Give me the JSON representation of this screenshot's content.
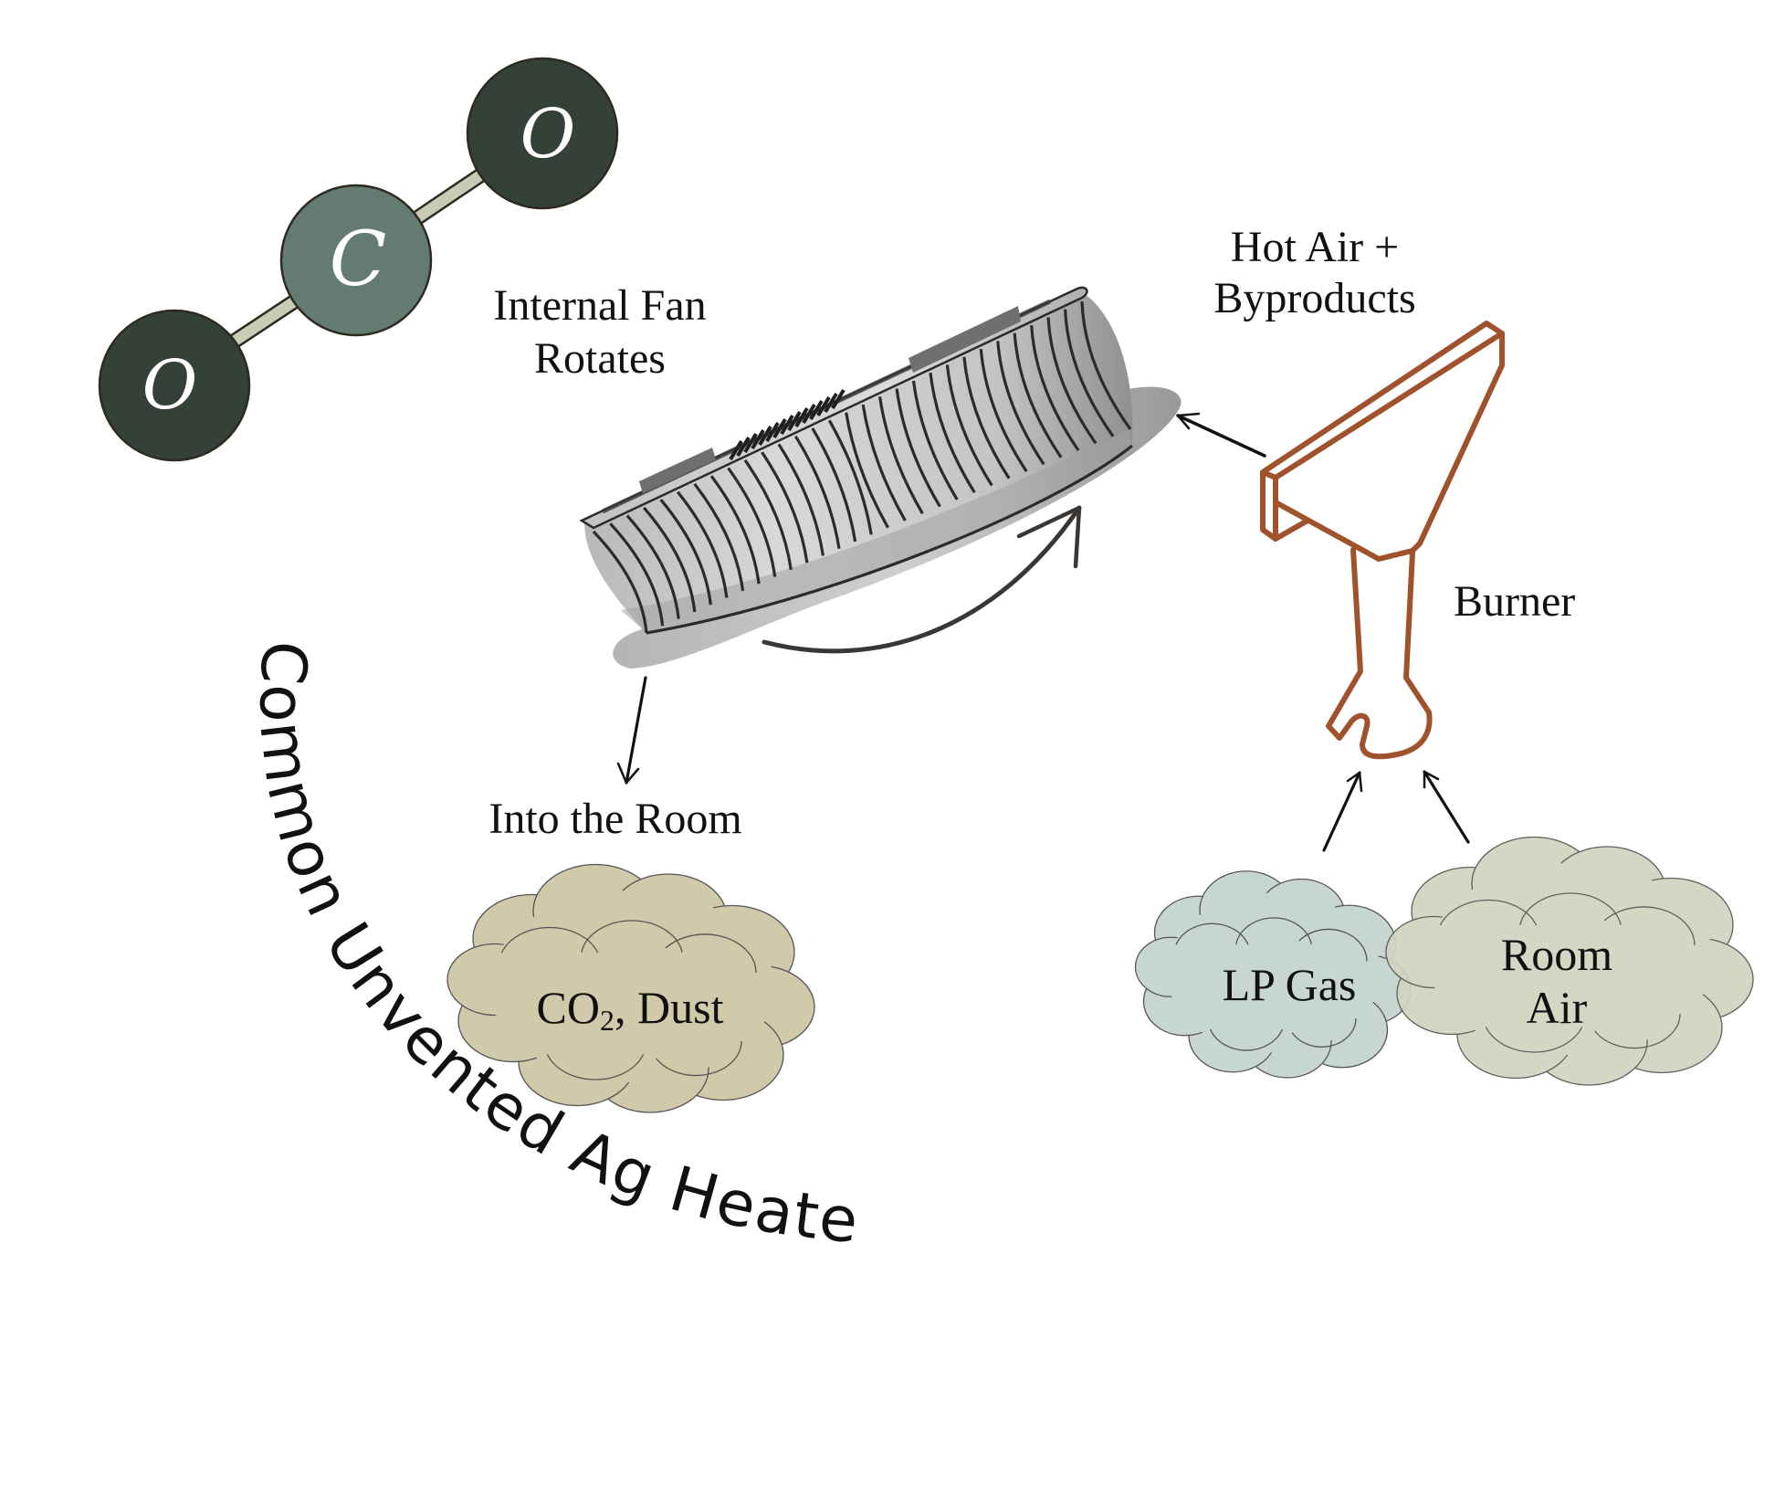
{
  "title": "Common Unvented Ag Heaters",
  "molecule": {
    "atoms": [
      {
        "symbol": "O",
        "role": "oxygen"
      },
      {
        "symbol": "C",
        "role": "carbon"
      },
      {
        "symbol": "O",
        "role": "oxygen"
      }
    ],
    "colors": {
      "oxygen": "#334139",
      "carbon": "#647b73",
      "bond": "#c9ccb4",
      "outline": "#2e2a20"
    }
  },
  "labels": {
    "fan_line1": "Internal Fan",
    "fan_line2": "Rotates",
    "hot_air_line1": "Hot Air +",
    "hot_air_line2": "Byproducts",
    "burner": "Burner",
    "into_room": "Into the Room"
  },
  "clouds": {
    "output": {
      "text_main": "CO",
      "text_sub": "2",
      "text_rest": ", Dust",
      "color": "#d0c9aa"
    },
    "lp_gas": {
      "text": "LP Gas",
      "color": "#c8d6d2"
    },
    "room_air": {
      "line1": "Room",
      "line2": "Air",
      "color": "#d2d4c0"
    }
  },
  "colors": {
    "burner_stroke": "#a0522d",
    "arrow": "#111111",
    "rotation_arrow": "#3a3633",
    "fan_light": "#d6d6d6",
    "fan_dark": "#8a8a8a"
  }
}
